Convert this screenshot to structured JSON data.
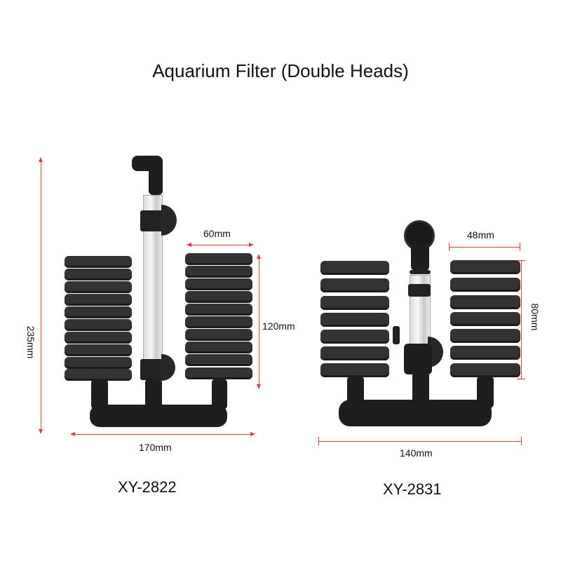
{
  "title": "Aquarium Filter (Double Heads)",
  "products": [
    {
      "model": "XY-2822",
      "dimensions": {
        "total_height": "235mm",
        "sponge_width": "60mm",
        "sponge_height": "120mm",
        "total_width": "170mm"
      }
    },
    {
      "model": "XY-2831",
      "dimensions": {
        "sponge_width": "48mm",
        "sponge_height": "80mm",
        "total_width": "140mm"
      }
    }
  ],
  "colors": {
    "dimension_line": "#e03a3a",
    "sponge": "#2c2c2c",
    "background": "#ffffff"
  }
}
